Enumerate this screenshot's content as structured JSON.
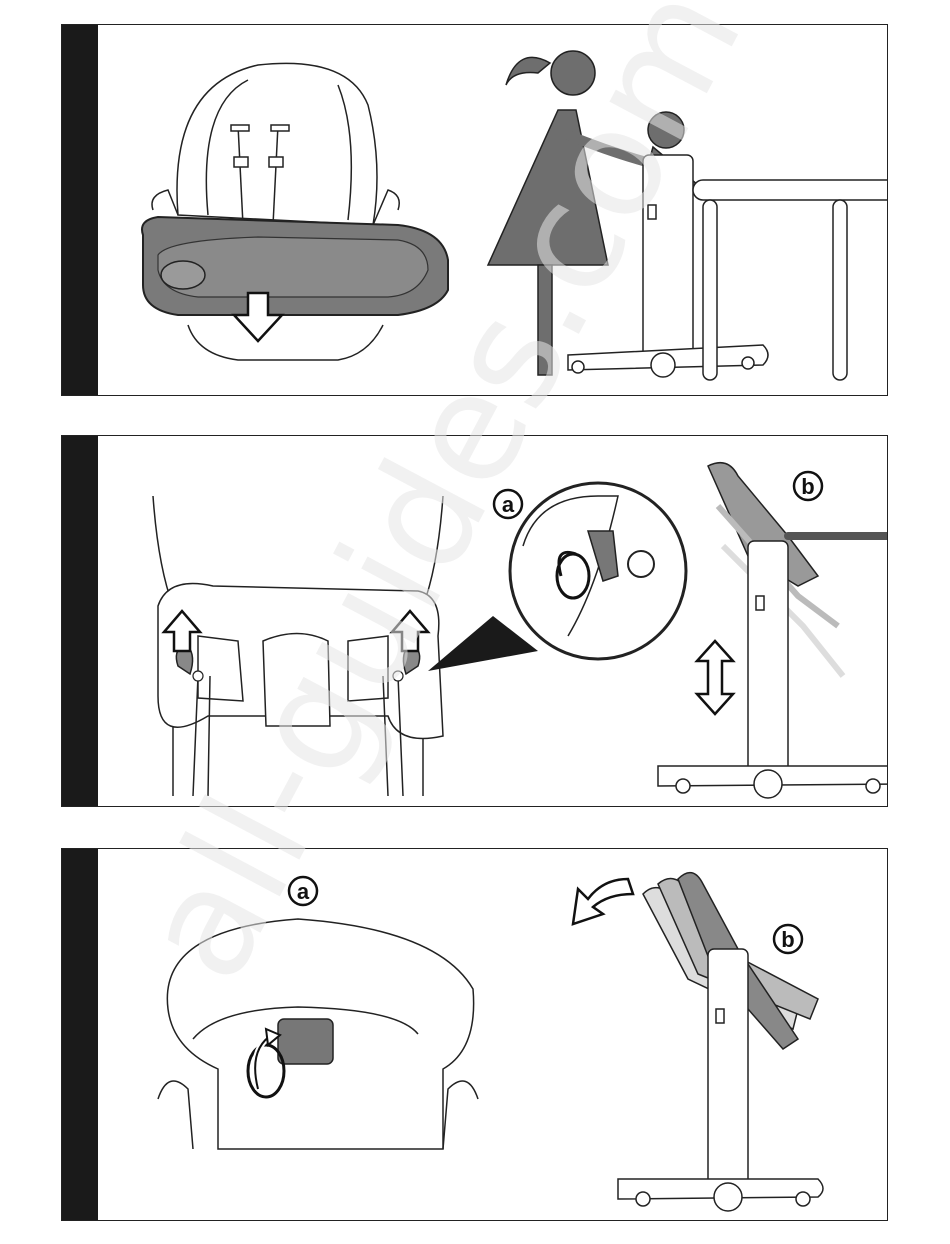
{
  "panels": [
    {
      "id": "panel-1"
    },
    {
      "id": "panel-2",
      "labels": {
        "a": "a",
        "b": "b"
      }
    },
    {
      "id": "panel-3",
      "labels": {
        "a": "a",
        "b": "b"
      }
    }
  ],
  "watermark": "all-guides.com",
  "colors": {
    "frame": "#1a1a1a",
    "tray": "#7a7a7a",
    "figure": "#6e6e6e",
    "line": "#222222"
  }
}
